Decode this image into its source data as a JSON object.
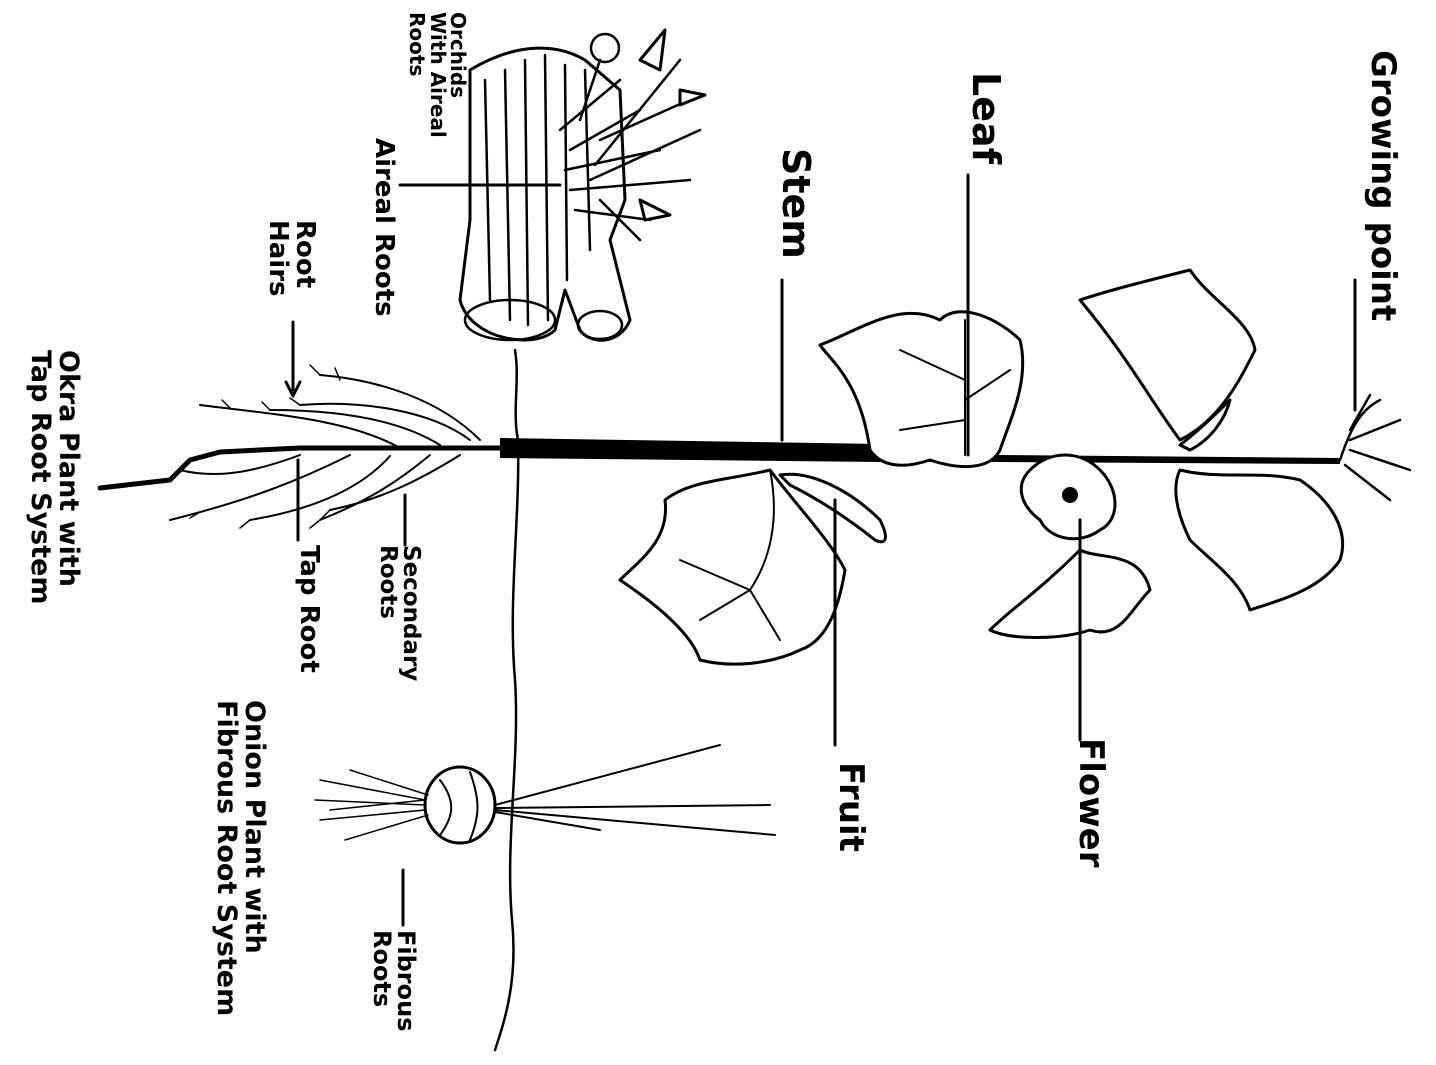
{
  "labels": {
    "growing_point": "Growing point",
    "leaf": "Leaf",
    "stem": "Stem",
    "fruit": "Fruit",
    "flower": "Flower",
    "aerial_roots": "Aireal Roots",
    "orchids": "Orchids\nWith Aireal\nRoots",
    "root_hairs": "Root\nHairs",
    "okra_caption": "Okra Plant with\nTap Root System",
    "tap_root": "Tap Root",
    "secondary_roots": "Secondary\nRoots",
    "onion_caption": "Onion Plant with\nFibrous Root System",
    "fibrous_roots": "Fibrous\nRoots"
  },
  "colors": {
    "ink": "#000000",
    "paper": "#ffffff"
  }
}
